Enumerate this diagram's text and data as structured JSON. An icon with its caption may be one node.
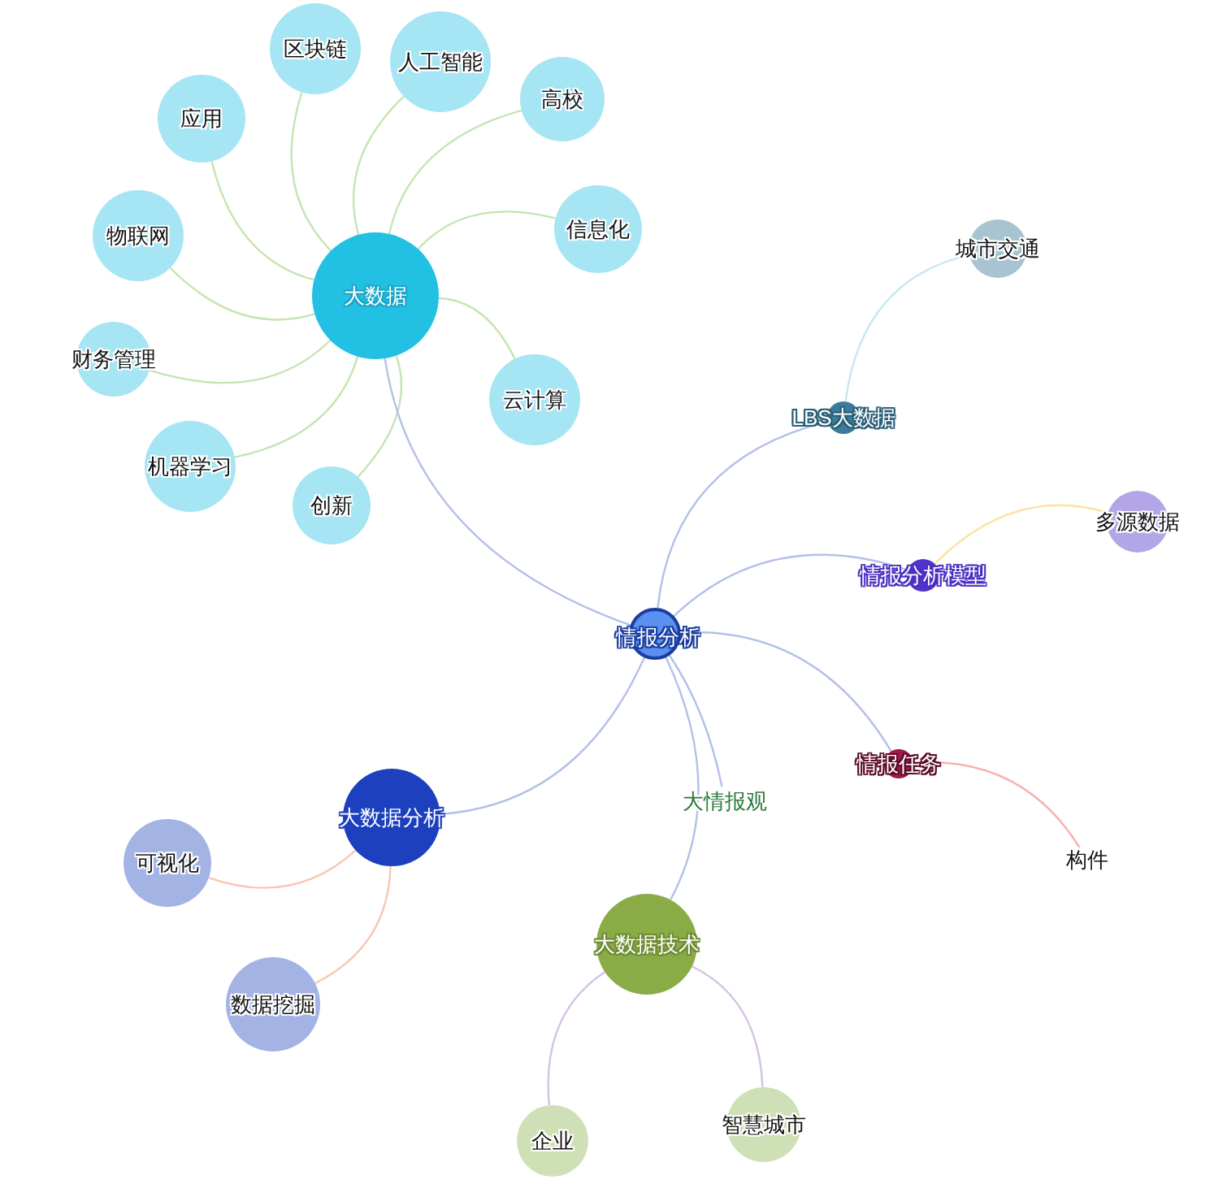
{
  "diagram": {
    "nodes": [
      {
        "text": [
          "大数据"
        ]
      },
      {
        "text": [
          "应用"
        ]
      },
      {
        "text": [
          "区块链"
        ]
      },
      {
        "text": [
          "人工智能"
        ]
      },
      {
        "text": [
          "高校"
        ]
      },
      {
        "text": [
          "信息化"
        ]
      },
      {
        "text": [
          "物联网"
        ]
      },
      {
        "text": [
          "财务管理"
        ]
      },
      {
        "text": [
          "机器学习"
        ]
      },
      {
        "text": [
          "创新"
        ]
      },
      {
        "text": [
          "云计算"
        ]
      },
      {
        "text": [
          "情报分析"
        ]
      },
      {
        "text": [
          "LBS大数据"
        ]
      },
      {
        "text": [
          "城市交通"
        ]
      },
      {
        "text": [
          "情报分析模型"
        ]
      },
      {
        "text": [
          "多源数据"
        ]
      },
      {
        "text": [
          "情报任务"
        ]
      },
      {
        "text": [
          "构件"
        ]
      },
      {
        "text": [
          "大情报观"
        ]
      },
      {
        "text": [
          "大数据分析"
        ]
      },
      {
        "text": [
          "可视化"
        ]
      },
      {
        "text": [
          "数据挖掘"
        ]
      },
      {
        "text": [
          "大数据技术"
        ]
      },
      {
        "text": [
          "企业"
        ]
      },
      {
        "text": [
          "智慧城市"
        ]
      }
    ],
    "edges": [
      {
        "from": 0,
        "to": 1,
        "arrow": "none"
      },
      {
        "from": 0,
        "to": 2,
        "arrow": "none"
      },
      {
        "from": 0,
        "to": 3,
        "arrow": "none"
      },
      {
        "from": 0,
        "to": 4,
        "arrow": "none"
      },
      {
        "from": 0,
        "to": 5,
        "arrow": "none"
      },
      {
        "from": 0,
        "to": 6,
        "arrow": "none"
      },
      {
        "from": 0,
        "to": 7,
        "arrow": "none"
      },
      {
        "from": 0,
        "to": 8,
        "arrow": "none"
      },
      {
        "from": 0,
        "to": 9,
        "arrow": "none"
      },
      {
        "from": 0,
        "to": 10,
        "arrow": "none"
      },
      {
        "from": 11,
        "to": 0,
        "arrow": "none",
        "color": "#b4c0e8"
      },
      {
        "from": 11,
        "to": 12,
        "arrow": "none",
        "color": "#b4c0e8"
      },
      {
        "from": 12,
        "to": 13,
        "arrow": "none",
        "color": "#c8e6f2"
      },
      {
        "from": 11,
        "to": 14,
        "arrow": "none",
        "color": "#b4c0e8"
      },
      {
        "from": 14,
        "to": 15,
        "arrow": "none",
        "color": "#fde2a0"
      },
      {
        "from": 11,
        "to": 16,
        "arrow": "none",
        "color": "#b4c0e8"
      },
      {
        "from": 16,
        "to": 17,
        "arrow": "none",
        "color": "#f7b0b0"
      },
      {
        "from": 11,
        "to": 18,
        "arrow": "none",
        "color": "#b4c0e8"
      },
      {
        "from": 11,
        "to": 22,
        "arrow": "none",
        "color": "#b4c0e8"
      },
      {
        "from": 11,
        "to": 19,
        "arrow": "none",
        "color": "#b4c0e8"
      },
      {
        "from": 19,
        "to": 20,
        "arrow": "none",
        "color": "#f9c6b0"
      },
      {
        "from": 19,
        "to": 21,
        "arrow": "none",
        "color": "#f9c6b0"
      },
      {
        "from": 22,
        "to": 23,
        "arrow": "none",
        "color": "#d6c2e4"
      },
      {
        "from": 22,
        "to": 24,
        "arrow": "none",
        "color": "#d6c2e4"
      }
    ]
  }
}
